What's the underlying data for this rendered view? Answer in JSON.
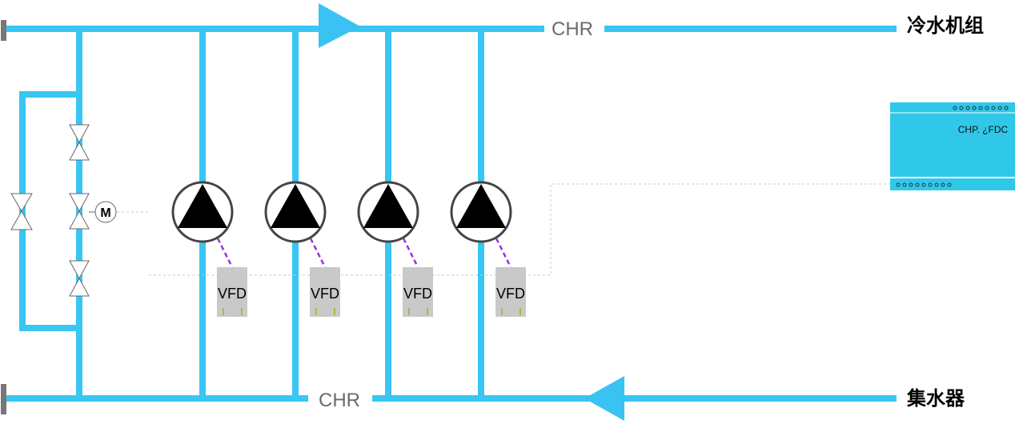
{
  "labels": {
    "supply_pipe": "CHR",
    "return_pipe": "CHR",
    "chiller_unit": "冷水机组",
    "collector": "集水器",
    "controller": "CHP. ¿FDC",
    "motor": "M"
  },
  "vfds": [
    {
      "label": "VFD"
    },
    {
      "label": "VFD"
    },
    {
      "label": "VFD"
    },
    {
      "label": "VFD"
    }
  ],
  "colors": {
    "pipe": "#38c6f4",
    "arrow": "#3ac3f2",
    "panel": "#30c8e8",
    "vfd": "#c9c9c9",
    "signal_green": "#a6e3a1",
    "signal_purple": "#9b30d9"
  },
  "icons": {
    "flow_arrow": "triangle-arrow-icon",
    "pump": "pump-icon",
    "valve": "bowtie-valve-icon",
    "motor": "circle-m-icon"
  }
}
